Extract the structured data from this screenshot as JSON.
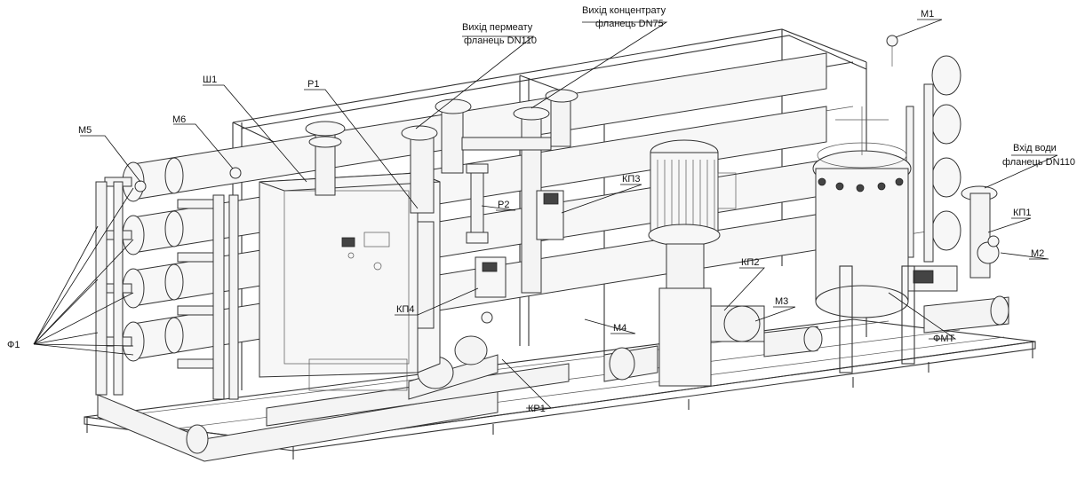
{
  "labels": {
    "f1": "Ф1",
    "m5": "М5",
    "m6": "М6",
    "sh1": "Ш1",
    "p1": "Р1",
    "p2": "Р2",
    "permeate_line1": "Вихід пермеату",
    "permeate_line2": "фланець DN110",
    "concentrate_line1": "Вихід концентрату",
    "concentrate_line2": "фланець DN75",
    "m1": "М1",
    "kp3": "КП3",
    "water_in_line1": "Вхід води",
    "water_in_line2": "фланець DN110",
    "kp1": "КП1",
    "m2": "М2",
    "kp2": "КП2",
    "m3": "М3",
    "kp4": "КП4",
    "m4": "М4",
    "fmt": "ФМТ",
    "kp1_bottom": "КР1"
  }
}
